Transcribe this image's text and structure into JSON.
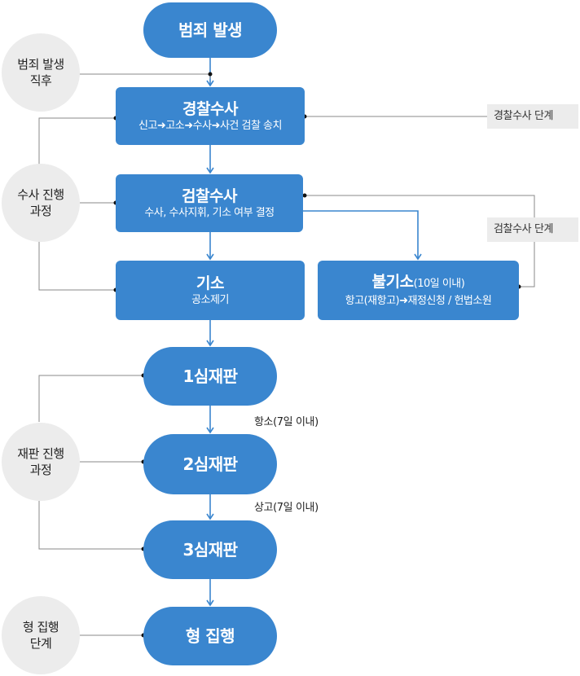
{
  "nodes": {
    "crime": {
      "title": "범죄 발생"
    },
    "police": {
      "title": "경찰수사",
      "subtitle": "신고➜고소➜수사➜사건 검찰 송치"
    },
    "prosecution": {
      "title": "검찰수사",
      "subtitle": "수사, 수사지휘, 기소 여부 결정"
    },
    "indictment": {
      "title": "기소",
      "subtitle": "공소제기"
    },
    "non_indictment": {
      "title": "불기소",
      "title_note": "(10일 이내)",
      "subtitle": "항고(재항고)➜재정신청 / 헌법소원"
    },
    "trial1": {
      "title": "1심재판"
    },
    "trial2": {
      "title": "2심재판"
    },
    "trial3": {
      "title": "3심재판"
    },
    "execution": {
      "title": "형 집행"
    }
  },
  "circles": {
    "right_after": {
      "line1": "범죄 발생",
      "line2": "직후"
    },
    "investigation": {
      "line1": "수사 진행",
      "line2": "과정"
    },
    "trial": {
      "line1": "재판 진행",
      "line2": "과정"
    },
    "execution": {
      "line1": "형 집행",
      "line2": "단계"
    }
  },
  "tags": {
    "police_stage": "경찰수사 단계",
    "prosecution_stage": "검찰수사 단계"
  },
  "edge_labels": {
    "appeal": "항소(7일 이내)",
    "final_appeal": "상고(7일 이내)"
  },
  "colors": {
    "node": "#3a86cf",
    "circle": "#ececec",
    "arrow": "#3a86cf",
    "connector": "#8a8a8a"
  }
}
